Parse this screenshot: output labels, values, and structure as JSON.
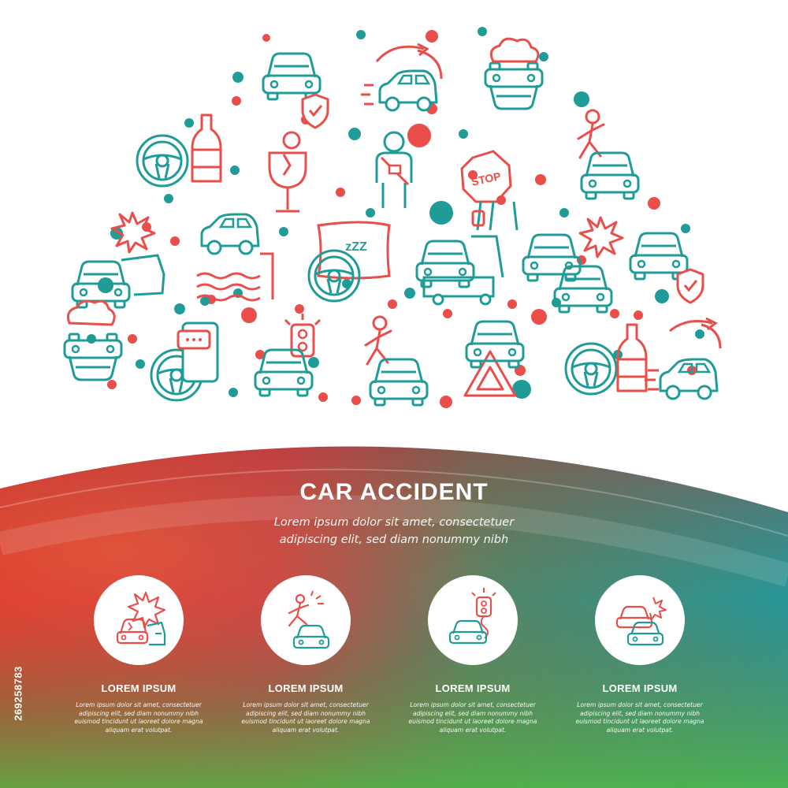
{
  "title": "CAR ACCIDENT",
  "subtitle": [
    "Lorem ipsum dolor sit amet, consectetuer",
    "adipiscing elit, sed diam nonummy nibh"
  ],
  "stock_id": "269258783",
  "colors": {
    "red": "#ea4e4a",
    "teal": "#1f9c98",
    "white": "#ffffff",
    "dark_red": "#c8211c",
    "green": "#6cb63c",
    "blue_teal": "#1aa0a8"
  },
  "hero_icons": [
    "car-icon",
    "speed-car-icon",
    "shield-check-icon",
    "overturned-car-icon",
    "steering-wheel-icon",
    "wine-bottle-icon",
    "drunk-glass-icon",
    "seatbelt-person-icon",
    "stop-sign-icon",
    "hit-pedestrian-icon",
    "crash-icon",
    "car-in-water-icon",
    "sleepy-driver-icon",
    "tow-truck-icon",
    "rear-end-collision-icon",
    "traffic-light-icon",
    "warning-triangle-icon",
    "phone-while-driving-icon"
  ],
  "cards": [
    {
      "icon": "car-crash-icon",
      "title": "LOREM IPSUM",
      "text": [
        "Lorem ipsum dolor sit amet, consectetuer",
        "adipiscing elit, sed diam nonummy nibh",
        "euismod tincidunt ut laoreet dolore magna",
        "aliquam erat volutpat."
      ]
    },
    {
      "icon": "pedestrian-hit-icon",
      "title": "LOREM IPSUM",
      "text": [
        "Lorem ipsum dolor sit amet, consectetuer",
        "adipiscing elit, sed diam nonummy nibh",
        "euismod tincidunt ut laoreet dolore magna",
        "aliquam erat volutpat."
      ]
    },
    {
      "icon": "traffic-light-car-icon",
      "title": "LOREM IPSUM",
      "text": [
        "Lorem ipsum dolor sit amet, consectetuer",
        "adipiscing elit, sed diam nonummy nibh",
        "euismod tincidunt ut laoreet dolore magna",
        "aliquam erat volutpat."
      ]
    },
    {
      "icon": "rear-end-collision-icon",
      "title": "LOREM IPSUM",
      "text": [
        "Lorem ipsum dolor sit amet, consectetuer",
        "adipiscing elit, sed diam nonummy nibh",
        "euismod tincidunt ut laoreet dolore magna",
        "aliquam erat volutpat."
      ]
    }
  ]
}
